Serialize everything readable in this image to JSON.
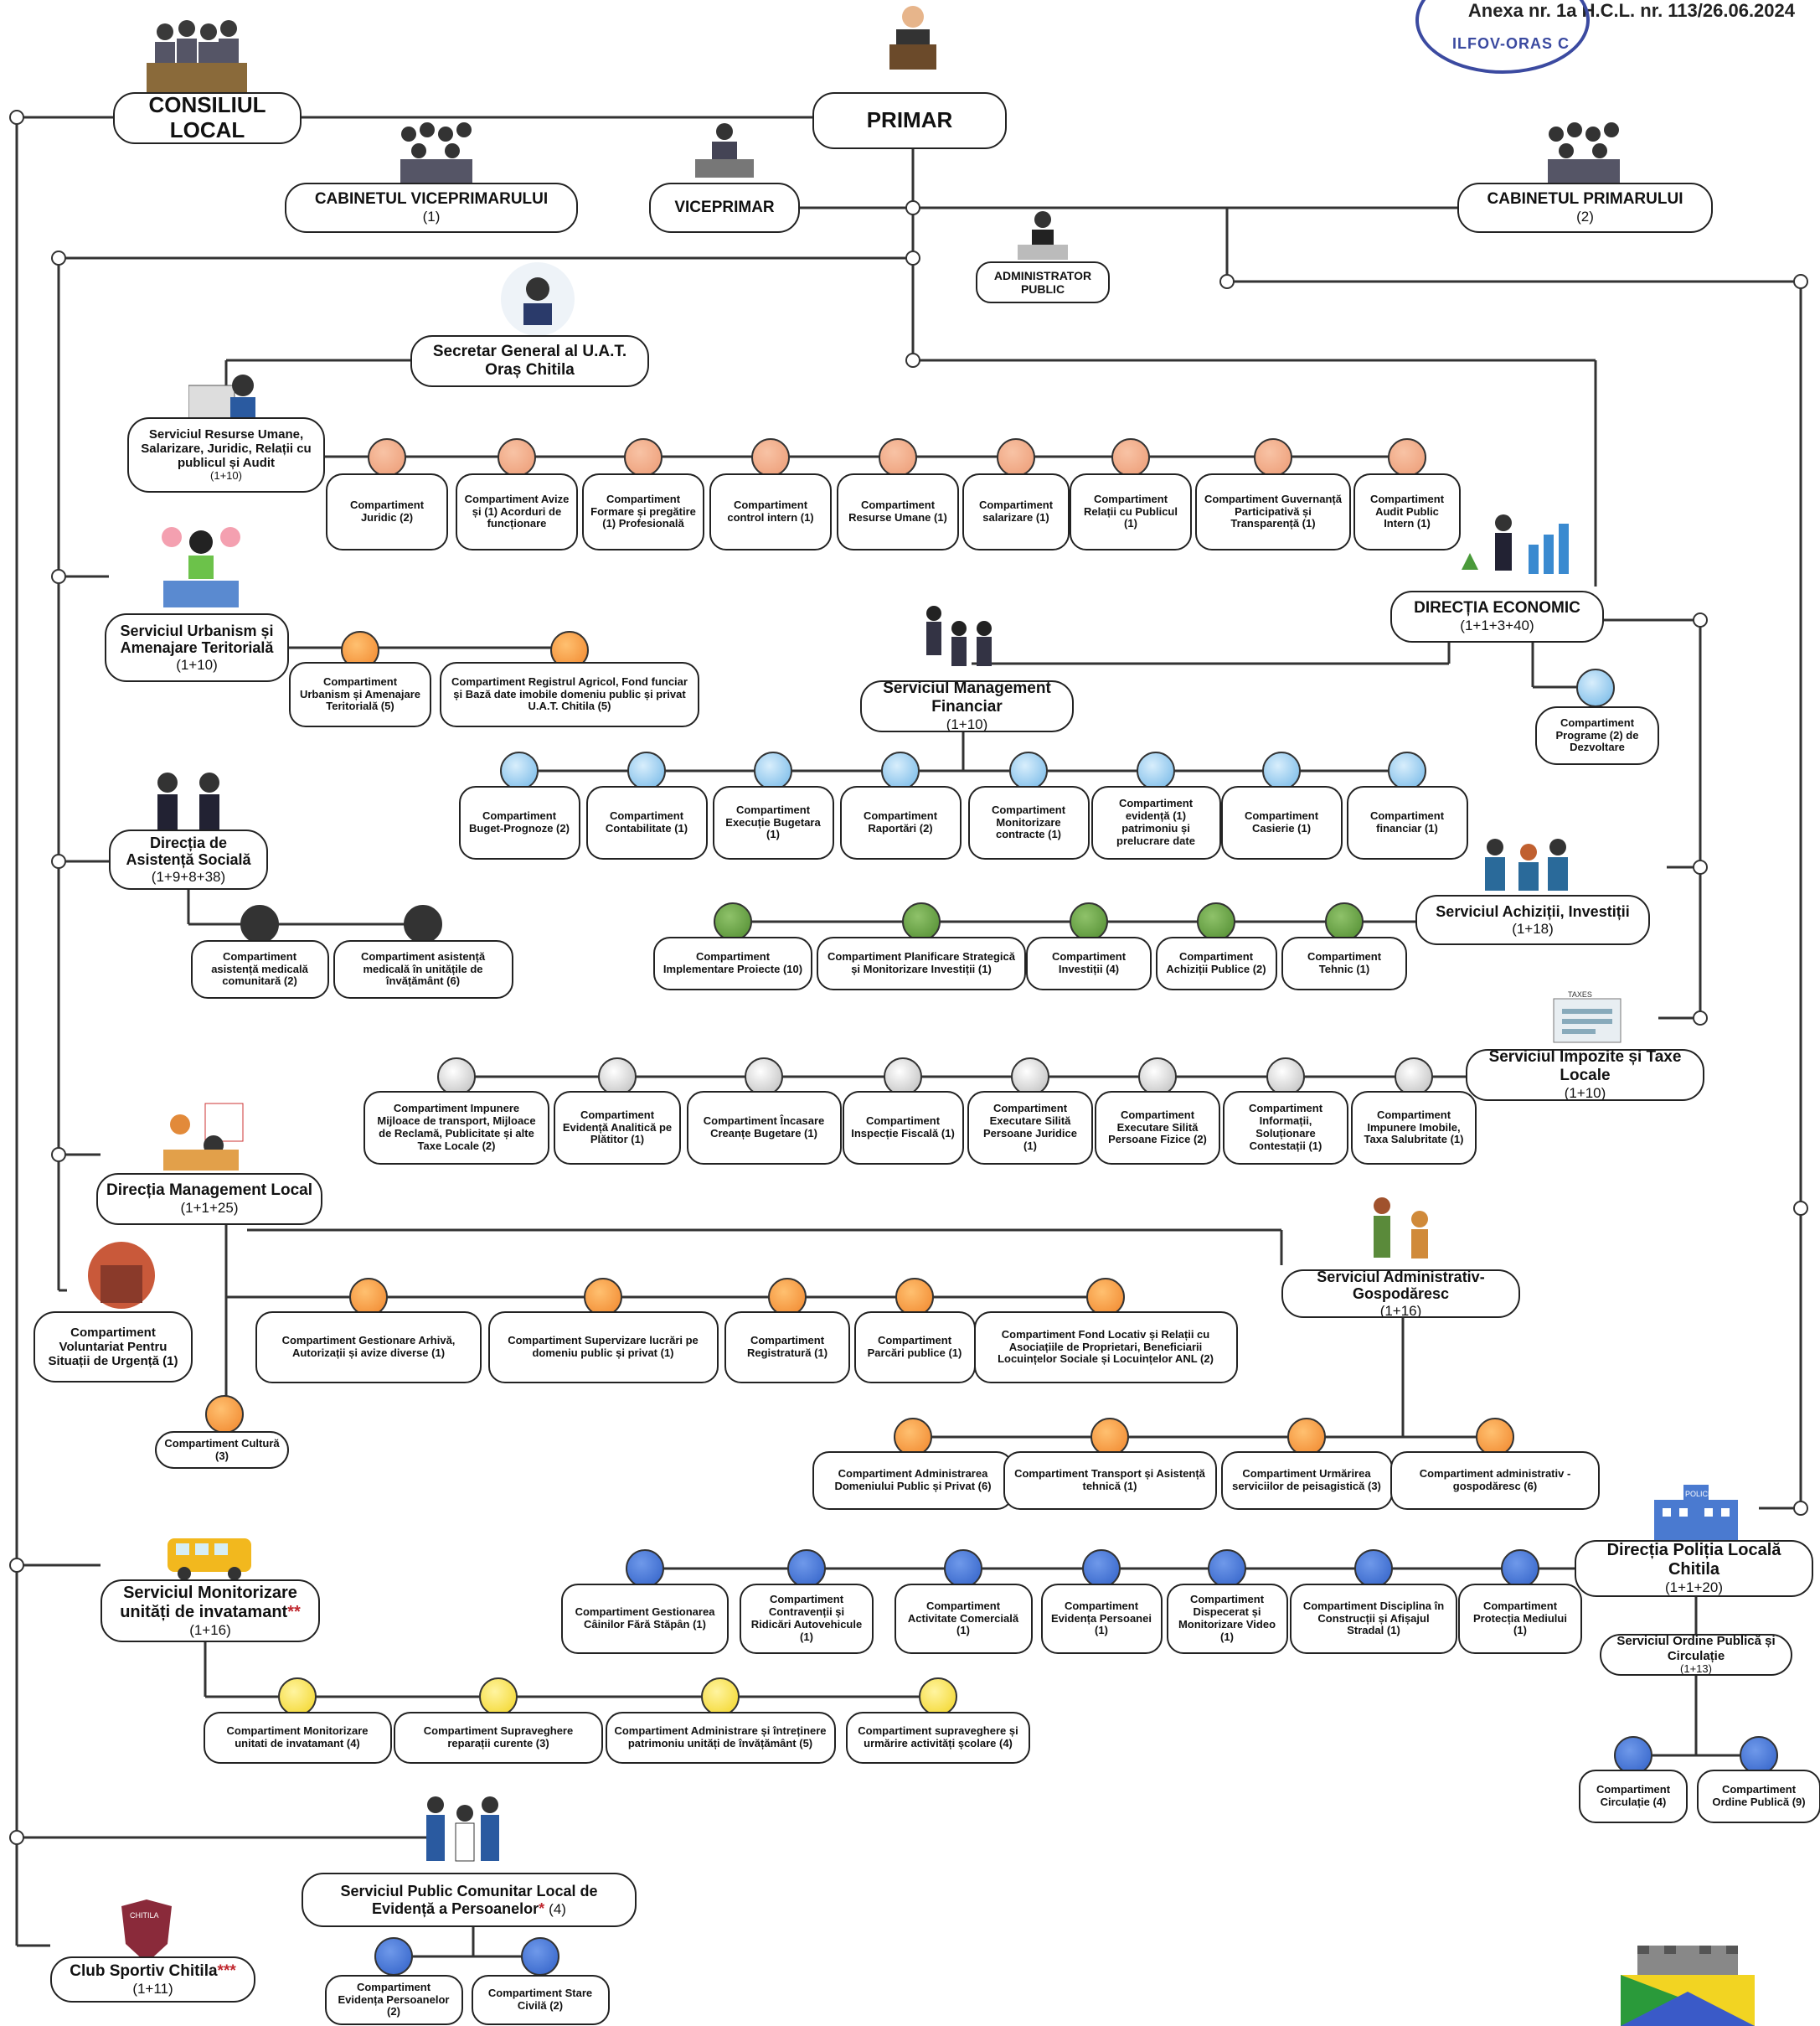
{
  "header": {
    "annex": "Anexa nr. 1a H.C.L. nr. 113/26.06.2024",
    "stamp_text": "ILFOV-ORAS C"
  },
  "top": {
    "consiliul": "CONSILIUL LOCAL",
    "primar": "PRIMAR",
    "viceprimar": "VICEPRIMAR",
    "cab_vice": "CABINETUL VICEPRIMARULUI",
    "cab_vice_c": "(1)",
    "cab_primar": "CABINETUL PRIMARULUI",
    "cab_primar_c": "(2)",
    "admin": "ADMINISTRATOR PUBLIC",
    "secretar": "Secretar General al U.A.T. Oraș Chitila"
  },
  "rh": {
    "title": "Serviciul Resurse Umane, Salarizare, Juridic, Relații cu publicul și Audit",
    "count": "(1+10)",
    "items": [
      {
        "l": "Compartiment Juridic (2)"
      },
      {
        "l": "Compartiment Avize și (1) Acorduri de funcționare"
      },
      {
        "l": "Compartiment Formare și pregătire (1) Profesională"
      },
      {
        "l": "Compartiment control intern (1)"
      },
      {
        "l": "Compartiment Resurse Umane (1)"
      },
      {
        "l": "Compartiment salarizare (1)"
      },
      {
        "l": "Compartiment Relații cu Publicul (1)"
      },
      {
        "l": "Compartiment Guvernanță Participativă și Transparență (1)"
      },
      {
        "l": "Compartiment Audit Public Intern (1)"
      }
    ]
  },
  "urb": {
    "title": "Serviciul Urbanism și Amenajare Teritorială",
    "count": "(1+10)",
    "items": [
      {
        "l": "Compartiment Urbanism și Amenajare Teritorială (5)"
      },
      {
        "l": "Compartiment Registrul Agricol, Fond funciar și Bază date imobile domeniu public și privat U.A.T. Chitila (5)"
      }
    ]
  },
  "econ": {
    "title": "DIRECȚIA ECONOMIC",
    "count": "(1+1+3+40)",
    "programe": "Compartiment Programe (2) de Dezvoltare"
  },
  "smf": {
    "title": "Serviciul Management Financiar",
    "count": "(1+10)",
    "items": [
      {
        "l": "Compartiment Buget-Prognoze (2)"
      },
      {
        "l": "Compartiment Contabilitate (1)"
      },
      {
        "l": "Compartiment Execuție Bugetara (1)"
      },
      {
        "l": "Compartiment Raportări (2)"
      },
      {
        "l": "Compartiment Monitorizare contracte (1)"
      },
      {
        "l": "Compartiment evidență (1) patrimoniu și prelucrare date"
      },
      {
        "l": "Compartiment Casierie (1)"
      },
      {
        "l": "Compartiment financiar (1)"
      }
    ]
  },
  "das": {
    "title": "Direcția de Asistență Socială",
    "count": "(1+9+8+38)",
    "items": [
      {
        "l": "Compartiment asistență medicală comunitară (2)"
      },
      {
        "l": "Compartiment asistență medicală în unitățile de învățământ (6)"
      }
    ]
  },
  "ach": {
    "title": "Serviciul Achiziții, Investiții",
    "count": "(1+18)",
    "items": [
      {
        "l": "Compartiment Implementare Proiecte (10)"
      },
      {
        "l": "Compartiment Planificare Strategică și Monitorizare Investiții (1)"
      },
      {
        "l": "Compartiment Investiții (4)"
      },
      {
        "l": "Compartiment Achiziții Publice (2)"
      },
      {
        "l": "Compartiment Tehnic (1)"
      }
    ]
  },
  "imp": {
    "title": "Serviciul Impozite și Taxe Locale",
    "count": "(1+10)",
    "taxes_label": "TAXES",
    "items": [
      {
        "l": "Compartiment Impunere Mijloace de transport, Mijloace de Reclamă, Publicitate și alte Taxe Locale (2)"
      },
      {
        "l": "Compartiment Evidență Analitică pe Plătitor (1)"
      },
      {
        "l": "Compartiment Încasare Creanțe Bugetare (1)"
      },
      {
        "l": "Compartiment Inspecție Fiscală (1)"
      },
      {
        "l": "Compartiment Executare Silită Persoane Juridice (1)"
      },
      {
        "l": "Compartiment Executare Silită Persoane Fizice (2)"
      },
      {
        "l": "Compartiment Informații, Soluționare Contestații (1)"
      },
      {
        "l": "Compartiment Impunere Imobile, Taxa Salubritate (1)"
      }
    ]
  },
  "dml": {
    "title": "Direcția Management Local",
    "count": "(1+1+25)",
    "items": [
      {
        "l": "Compartiment Gestionare Arhivă, Autorizații și avize diverse (1)"
      },
      {
        "l": "Compartiment Supervizare lucrări pe domeniu public și privat (1)"
      },
      {
        "l": "Compartiment Registratură (1)"
      },
      {
        "l": "Compartiment Parcări publice (1)"
      },
      {
        "l": "Compartiment Fond Locativ și Relații cu Asociațiile de Proprietari, Beneficiarii Locuințelor Sociale și Locuințelor ANL (2)"
      }
    ],
    "voluntariat": "Compartiment Voluntariat Pentru Situații de Urgență (1)",
    "cultura": "Compartiment Cultură (3)"
  },
  "sag": {
    "title": "Serviciul Administrativ-Gospodăresc",
    "count": "(1+16)",
    "items": [
      {
        "l": "Compartiment Administrarea Domeniului Public și Privat (6)"
      },
      {
        "l": "Compartiment Transport și Asistență tehnică (1)"
      },
      {
        "l": "Compartiment Urmărirea serviciilor de peisagistică (3)"
      },
      {
        "l": "Compartiment administrativ - gospodăresc (6)"
      }
    ]
  },
  "pol": {
    "title": "Direcția Poliția Locală Chitila",
    "count": "(1+1+20)",
    "sign": "POLICE",
    "items": [
      {
        "l": "Compartiment Gestionarea Câinilor Fără Stăpân (1)"
      },
      {
        "l": "Compartiment Contravenții și Ridicări Autovehicule (1)"
      },
      {
        "l": "Compartiment Activitate Comercială (1)"
      },
      {
        "l": "Compartiment Evidența Persoanei (1)"
      },
      {
        "l": "Compartiment Dispecerat și Monitorizare Video (1)"
      },
      {
        "l": "Compartiment Disciplina în Construcții și Afișajul Stradal (1)"
      },
      {
        "l": "Compartiment Protecția Mediului (1)"
      }
    ],
    "ordine": "Serviciul Ordine Publică și Circulație",
    "ordine_c": "(1+13)",
    "sub": [
      {
        "l": "Compartiment Circulație (4)"
      },
      {
        "l": "Compartiment Ordine Publică (9)"
      }
    ]
  },
  "smu": {
    "title": "Serviciul Monitorizare unități de invatamant",
    "mark": "**",
    "count": "(1+16)",
    "items": [
      {
        "l": "Compartiment Monitorizare unitati de invatamant (4)"
      },
      {
        "l": "Compartiment Supraveghere reparații curente (3)"
      },
      {
        "l": "Compartiment Administrare și întreținere patrimoniu unități de învățământ (5)"
      },
      {
        "l": "Compartiment supraveghere și urmărire activități școlare (4)"
      }
    ]
  },
  "spclep": {
    "title": "Serviciul Public Comunitar Local de Evidență a Persoanelor",
    "mark": "*",
    "count": "(4)",
    "items": [
      {
        "l": "Compartiment Evidența Persoanelor (2)"
      },
      {
        "l": "Compartiment Stare Civilă (2)"
      }
    ]
  },
  "club": {
    "title": "Club Sportiv Chitila",
    "mark": "***",
    "count": "(1+11)",
    "crest": "CHITILA"
  },
  "colors": {
    "orange": "#f0842a",
    "salmon": "#ec9a74",
    "lightblue": "#6fb5e6",
    "green": "#4e8a2e",
    "blue": "#2f5fc6",
    "yellow": "#f2d422",
    "silver": "#b8b8b8",
    "dark": "#333333",
    "line": "#333333"
  }
}
